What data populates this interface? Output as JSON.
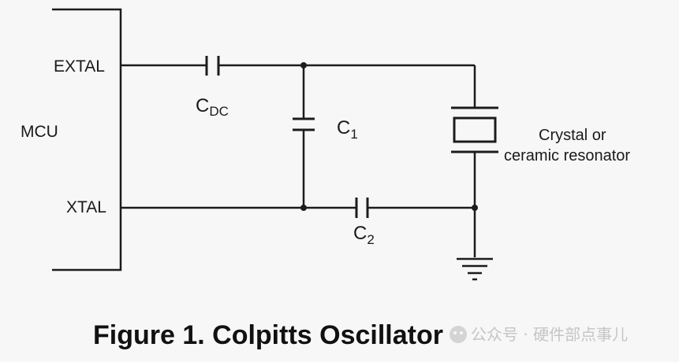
{
  "figure": {
    "caption": "Figure 1. Colpitts Oscillator"
  },
  "mcu": {
    "label": "MCU",
    "pins": {
      "extal": "EXTAL",
      "xtal": "XTAL"
    }
  },
  "components": {
    "cdc": {
      "main": "C",
      "sub": "DC"
    },
    "c1": {
      "main": "C",
      "sub": "1"
    },
    "c2": {
      "main": "C",
      "sub": "2"
    },
    "resonator": {
      "line1": "Crystal or",
      "line2": "ceramic resonator"
    }
  },
  "watermark": {
    "text": "公众号 · 硬件部点事儿"
  },
  "colors": {
    "wire": "#1c1c1c",
    "background": "#f7f7f7"
  }
}
